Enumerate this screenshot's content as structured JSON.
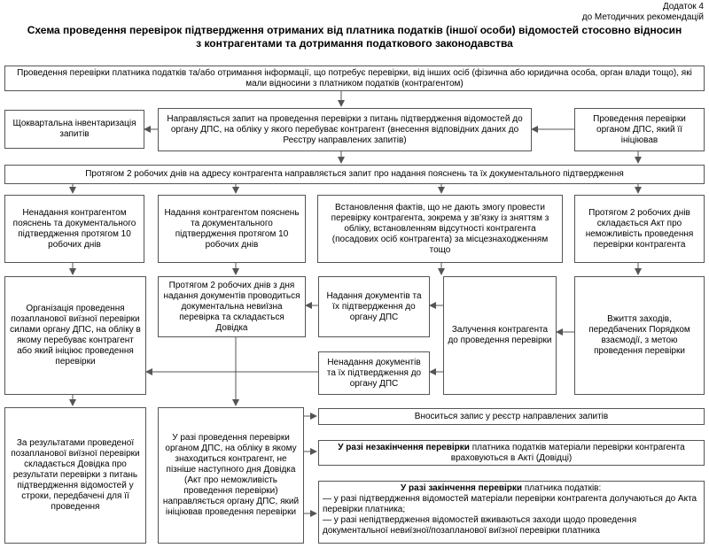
{
  "header": {
    "appendix": "Додаток 4",
    "reference": "до Методичних рекомендацій",
    "title_line1": "Схема проведення перевірок підтвердження отриманих від платника податків (іншої особи) відомостей стосовно відносин",
    "title_line2": "з контрагентами та дотримання податкового законодавства"
  },
  "boxes": {
    "check_initiation": "Проведення перевірки платника податків та/або отримання інформації, що потребує перевірки, від інших осіб (фізична або юридична особа, орган влади тощо), які мали відносини з платником податків (контрагентом)",
    "quarterly_inventory": "Щоквартальна інвентаризація запитів",
    "request_sent": "Направляється запит на проведення перевірки з питань підтвердження відомостей до органу ДПС, на обліку у якого перебуває контрагент (внесення відповідних даних до Реєстру направлених запитів)",
    "initiated_check": "Проведення перевірки органом ДПС, який її ініціював",
    "two_days_request": "Протягом 2 робочих днів на адресу контрагента направляється запит про надання пояснень та їх документального підтвердження",
    "non_provision": "Ненадання контрагентом пояснень та документального підтвердження протягом 10 робочих днів",
    "provision": "Надання контрагентом пояснень та документального підтвердження протягом 10 робочих днів",
    "established_facts": "Встановлення фактів, що не дають змогу провести перевірку контрагента, зокрема у зв’язку із зняттям з обліку, встановленням відсутності контрагента (посадових осіб контрагента) за місцезнаходженням тощо",
    "act_impossibility": "Протягом 2 робочих днів складається Акт про неможливість проведення перевірки контрагента",
    "unscheduled_audit": "Організація проведення позапланової виїзної перевірки силами органу ДПС, на обліку в якому перебуває контрагент або який ініціює проведення перевірки",
    "desk_audit": "Протягом 2 робочих днів з дня надання документів проводиться документальна невиїзна перевірка та складається Довідка",
    "documents_submitted": "Надання документів та їх підтвердження до органу ДПС",
    "involve_counterparty": "Залучення контрагента до проведення перевірки",
    "measures_taken": "Вжиття заходів, передбачених Порядком взаємодії, з метою проведення перевірки",
    "documents_not_submitted": "Ненадання документів та їх підтвердження до органу ДПС",
    "audit_results": "За результатами проведеної позапланової виїзної перевірки складається Довідка про результати перевірки з питань підтвердження відомостей у строки, передбачені для її проведення",
    "case_dps_check": "У разі проведення перевірки органом ДПС, на обліку в якому знаходиться контрагент, не пізніше наступного дня Довідка (Акт про неможливість проведення перевірки) направляється органу ДПС, який ініціював проведення перевірки",
    "registry_entry": "Вноситься запис у реєстр направлених запитів",
    "unfinished_bold": "У разі незакінчення перевірки",
    "unfinished_rest": "платника податків матеріали перевірки контрагента враховуються в Акті (Довідці)",
    "finished_bold": "У разі закінчення перевірки",
    "finished_rest": "платника податків:",
    "finished_item1": "— у разі підтвердження відомостей матеріали перевірки контрагента долучаються до Акта перевірки платника;",
    "finished_item2": "— у разі непідтвердження відомостей вживаються заходи щодо проведення документальної невиїзної/позапланової виїзної перевірки платника"
  }
}
